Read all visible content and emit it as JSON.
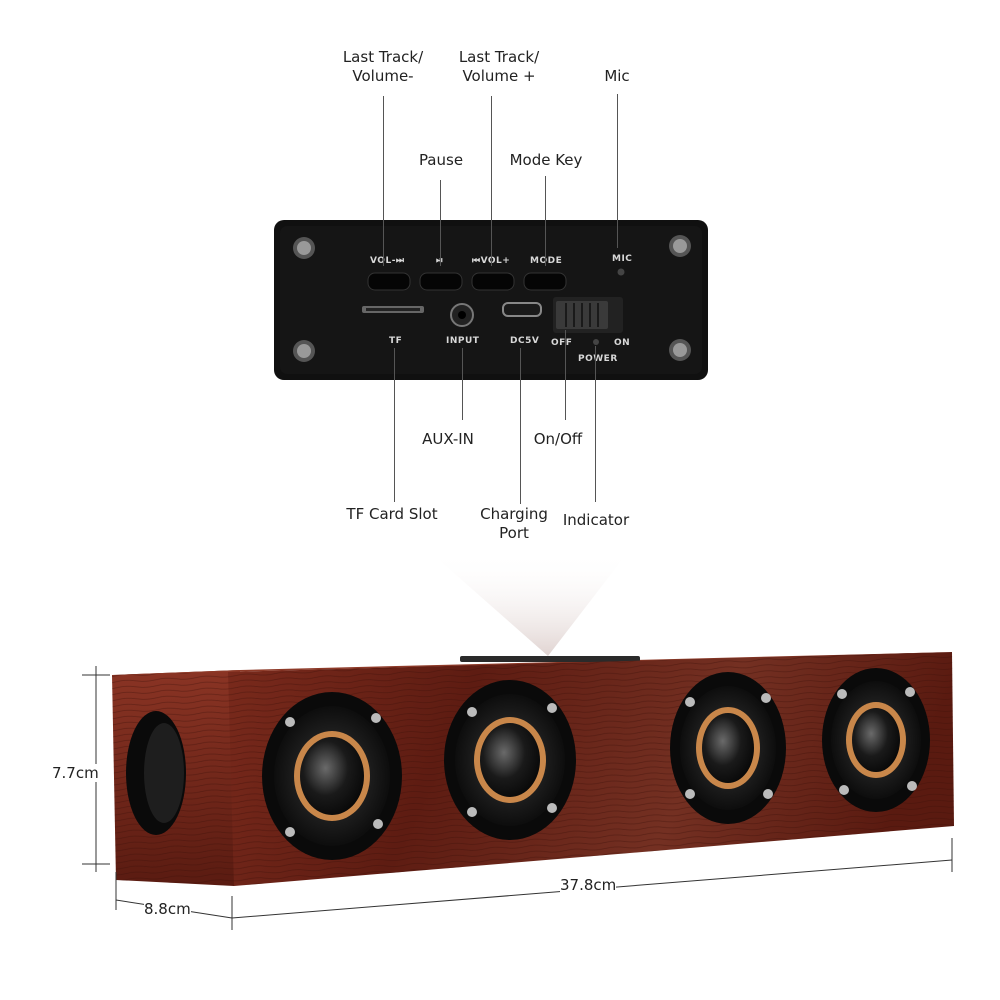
{
  "callouts": {
    "last_track_volume_minus": "Last Track/\nVolume-",
    "last_track_volume_plus": "Last Track/\nVolume +",
    "mic": "Mic",
    "pause": "Pause",
    "mode_key": "Mode Key",
    "aux_in": "AUX-IN",
    "on_off": "On/Off",
    "tf_card_slot": "TF Card Slot",
    "charging_port": "Charging\nPort",
    "indicator": "Indicator"
  },
  "panel_labels": {
    "vol_minus": "VOL-⏭",
    "play_pause": "⏯",
    "vol_plus": "⏮VOL+",
    "mode": "MODE",
    "mic": "MIC",
    "tf": "TF",
    "input": "INPUT",
    "dc5v": "DC5V",
    "off": "OFF",
    "on": "ON",
    "power": "POWER"
  },
  "dimensions": {
    "height": "7.7cm",
    "depth": "8.8cm",
    "width": "37.8cm"
  },
  "colors": {
    "wood": "#6e2417",
    "panel": "#101010",
    "speaker_ring": "#c9874a"
  }
}
